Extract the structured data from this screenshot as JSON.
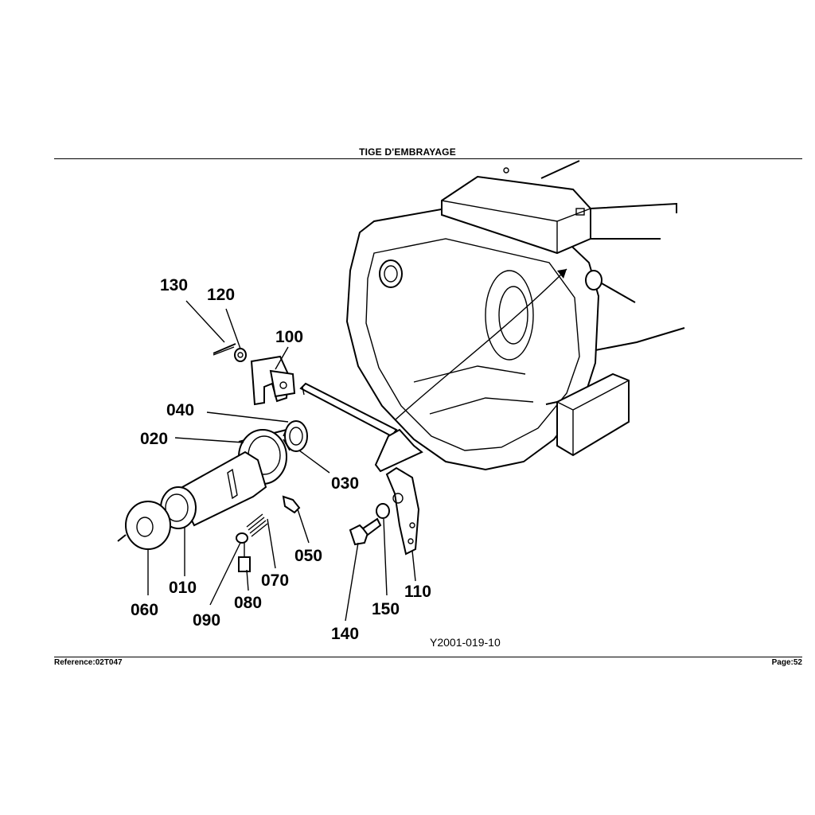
{
  "header": {
    "title": "TIGE D'EMBRAYAGE"
  },
  "footer": {
    "reference": "Reference:02T047",
    "page": "Page:52"
  },
  "diagram": {
    "figure_ref": "Y2001-019-10",
    "callouts": {
      "c130": "130",
      "c120": "120",
      "c100": "100",
      "c040": "040",
      "c020": "020",
      "c030": "030",
      "c050": "050",
      "c070": "070",
      "c080": "080",
      "c090": "090",
      "c010": "010",
      "c060": "060",
      "c140": "140",
      "c150": "150",
      "c110": "110"
    }
  }
}
